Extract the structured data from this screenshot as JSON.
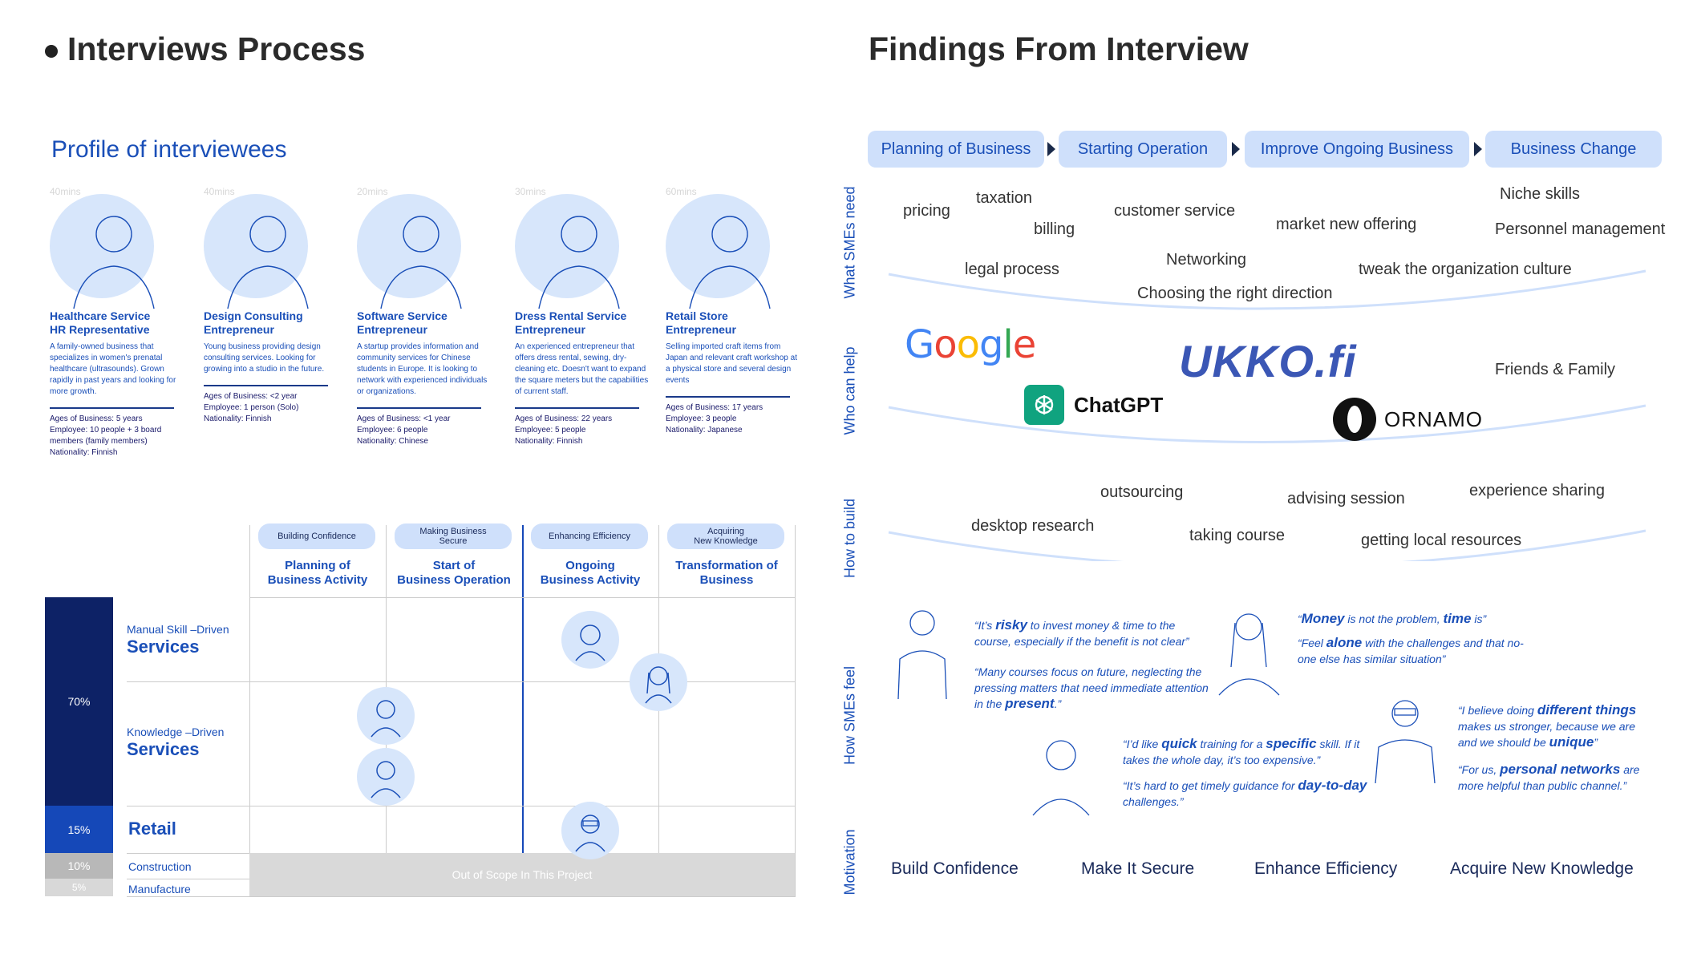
{
  "left": {
    "title": "Interviews Process",
    "subtitle": "Profile of interviewees",
    "profiles": [
      {
        "mins": "40mins",
        "title": "Healthcare Service\nHR Representative",
        "desc": "A family-owned business that specializes in women's prenatal healthcare (ultrasounds). Grown rapidly in past years and looking for more growth.",
        "stats": [
          "Ages of Business: 5 years",
          "Employee: 10  people + 3 board members (family members)",
          "Nationality: Finnish"
        ]
      },
      {
        "mins": "40mins",
        "title": "Design Consulting\nEntrepreneur",
        "desc": "Young business providing design consulting services. Looking for growing into a studio in the future.",
        "stats": [
          "Ages of Business: <2 year",
          "Employee: 1 person (Solo)",
          "Nationality: Finnish"
        ]
      },
      {
        "mins": "20mins",
        "title": "Software Service\nEntrepreneur",
        "desc": "A startup provides information and community services for Chinese students in Europe. It is looking to network with experienced individuals or organizations.",
        "stats": [
          "Ages of Business: <1 year",
          "Employee: 6 people",
          "Nationality: Chinese"
        ]
      },
      {
        "mins": "30mins",
        "title": "Dress Rental Service\nEntrepreneur",
        "desc": "An experienced entrepreneur that offers dress rental, sewing, dry-cleaning etc. Doesn't want to expand the square meters but the capabilities of current staff.",
        "stats": [
          "Ages of Business: 22 years",
          "Employee: 5 people",
          "Nationality: Finnish"
        ]
      },
      {
        "mins": "60mins",
        "title": "Retail Store\nEntrepreneur",
        "desc": "Selling imported craft items from Japan and relevant craft workshop at a physical store and several design events",
        "stats": [
          "Ages of Business: 17 years",
          "Employee: 3 people",
          "Nationality: Japanese"
        ]
      }
    ],
    "matrix": {
      "pills": [
        "Building Confidence",
        "Making Business\nSecure",
        "Enhancing Efficiency",
        "Acquiring\nNew Knowledge"
      ],
      "columns": [
        "Planning of\nBusiness Activity",
        "Start of\nBusiness Operation",
        "Ongoing\nBusiness Activity",
        "Transformation of\nBusiness"
      ],
      "rows": [
        {
          "small": "Manual Skill –Driven",
          "big": "Services"
        },
        {
          "small": "Knowledge –Driven",
          "big": "Services"
        },
        {
          "small": "",
          "big": "Retail"
        },
        {
          "small": "Construction",
          "big": ""
        },
        {
          "small": "Manufacture",
          "big": ""
        }
      ],
      "shares": [
        {
          "label": "70%",
          "value": 70,
          "color": "#0d2266"
        },
        {
          "label": "15%",
          "value": 15,
          "color": "#1548b8"
        },
        {
          "label": "10%",
          "value": 10,
          "color": "#b8b8b8"
        },
        {
          "label": "5%",
          "value": 5,
          "color": "#d8d8d8"
        }
      ],
      "out_of_scope": "Out of Scope In This Project"
    }
  },
  "right": {
    "title": "Findings From Interview",
    "stages": [
      "Planning of Business",
      "Starting Operation",
      "Improve Ongoing Business",
      "Business Change"
    ],
    "side_labels": [
      "What SMEs need",
      "Who can help",
      "How to build",
      "How SMEs feel",
      "Motivation"
    ],
    "needs": [
      "pricing",
      "taxation",
      "billing",
      "customer service",
      "market new offering",
      "Niche skills",
      "Personnel management",
      "legal process",
      "Networking",
      "Choosing the right direction",
      "tweak the organization culture"
    ],
    "helpers": {
      "google": "Google",
      "chatgpt": "ChatGPT",
      "ukko": "UKKO.fi",
      "ornamo": "ORNAMO",
      "friends": "Friends & Family"
    },
    "build": [
      "outsourcing",
      "advising session",
      "experience sharing",
      "desktop research",
      "taking course",
      "getting local resources"
    ],
    "quotes": {
      "q1a_pre": "“It’s ",
      "q1a_b": "risky",
      "q1a_post": " to invest money & time to the course, especially if the benefit is not clear”",
      "q1b_pre": "“Many courses focus on future, neglecting the pressing matters that need immediate attention in the ",
      "q1b_b": "present",
      ".q1b_post": ".”",
      "q2a_b1": "Money",
      "q2a_mid": " is not the problem, ",
      "q2a_b2": "time",
      "q2a_post": " is”",
      "q2a_pre": "“",
      "q2b_pre": "“Feel ",
      "q2b_b": "alone",
      "q2b_post": " with the challenges and that no-one else has similar situation”",
      "q3a_pre": "“I’d like ",
      "q3a_b1": "quick",
      "q3a_mid": " training for a ",
      "q3a_b2": "specific",
      "q3a_post": " skill. If it takes the whole day, it’s too expensive.”",
      "q3b_pre": "“It’s hard to get timely guidance for ",
      "q3b_b": "day-to-day",
      "q3b_post": " challenges.”",
      "q4a_pre": "“I believe doing ",
      "q4a_b1": "different things",
      "q4a_mid": " makes us stronger, because we are and we should be ",
      "q4a_b2": "unique",
      "q4a_post": "”",
      "q4b_pre": "“For us, ",
      "q4b_b": "personal networks",
      "q4b_post": " are more helpful than public channel.”"
    },
    "motivation": [
      "Build Confidence",
      "Make It Secure",
      "Enhance Efficiency",
      "Acquire New Knowledge"
    ]
  },
  "colors": {
    "accent": "#1a4fb8",
    "navy": "#0d2266",
    "pill": "#cfe0fb",
    "circle": "#d7e6fb"
  }
}
